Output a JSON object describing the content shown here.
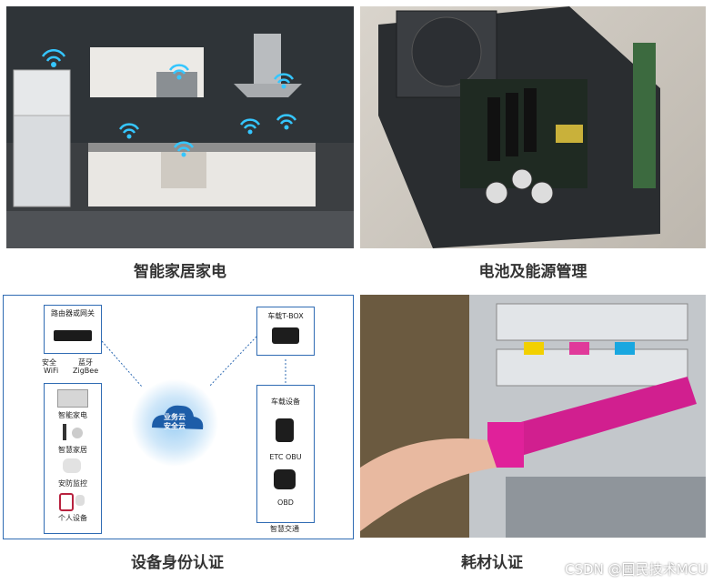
{
  "captions": {
    "smart_home": "智能家居家电",
    "battery": "电池及能源管理",
    "device_auth": "设备身份认证",
    "consumable": "耗材认证"
  },
  "diagram": {
    "router_title": "路由器或网关",
    "wifi_label_1": "安全",
    "wifi_label_2": "WiFi",
    "bt_label_1": "蓝牙",
    "bt_label_2": "ZigBee",
    "home_items": [
      "智能家电",
      "智慧家居",
      "安防监控",
      "个人设备"
    ],
    "cloud_line1": "业务云",
    "cloud_line2": "安全云",
    "tbox_title": "车载T-BOX",
    "vehicle_title": "车载设备",
    "vehicle_items": [
      "ETC OBU",
      "OBD"
    ],
    "vehicle_footer": "智慧交通"
  },
  "watermark": "CSDN @国民技术MCU"
}
